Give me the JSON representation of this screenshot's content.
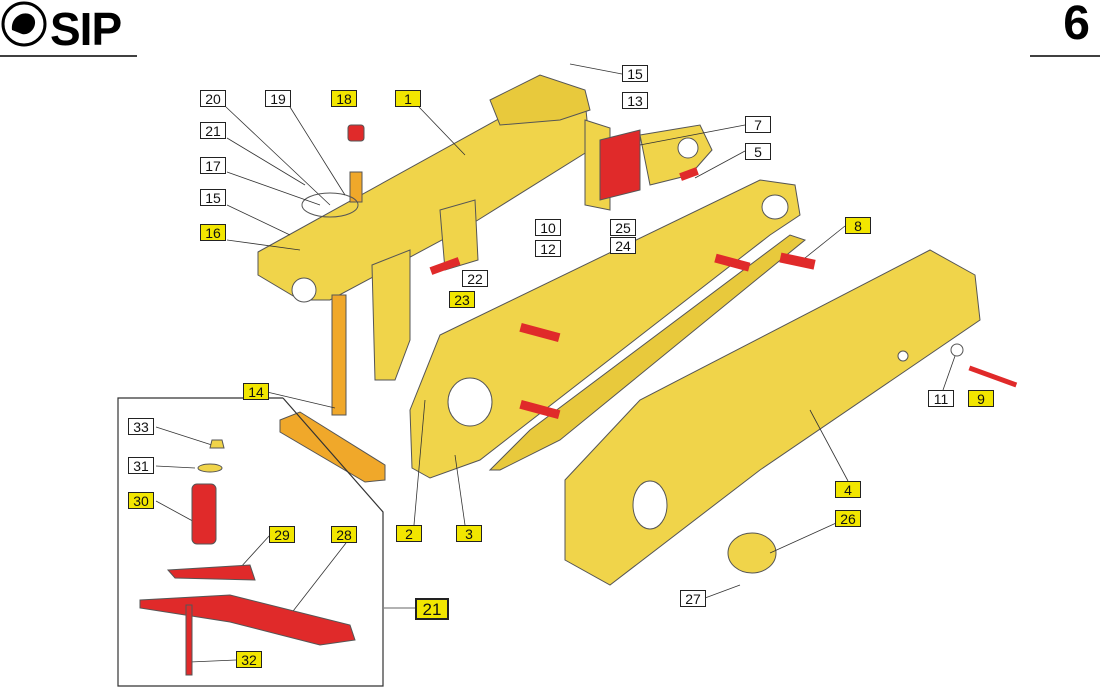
{
  "header": {
    "brand": "SIP",
    "page_number": "6"
  },
  "colors": {
    "part_yellow": "#f0d44a",
    "highlight_label": "#f2e600",
    "part_red": "#e02a2a"
  },
  "callouts": {
    "c15a": "15",
    "c20": "20",
    "c19": "19",
    "c18": "18",
    "c1": "1",
    "c13": "13",
    "c21a": "21",
    "c17": "17",
    "c7": "7",
    "c5": "5",
    "c15b": "15",
    "c16": "16",
    "c10": "10",
    "c25": "25",
    "c24": "24",
    "c12": "12",
    "c8": "8",
    "c22": "22",
    "c23": "23",
    "c14": "14",
    "c11": "11",
    "c9": "9",
    "c33": "33",
    "c31": "31",
    "c30": "30",
    "c29": "29",
    "c28": "28",
    "c2": "2",
    "c3": "3",
    "c4": "4",
    "c26": "26",
    "c21b": "21",
    "c27": "27",
    "c32": "32"
  }
}
